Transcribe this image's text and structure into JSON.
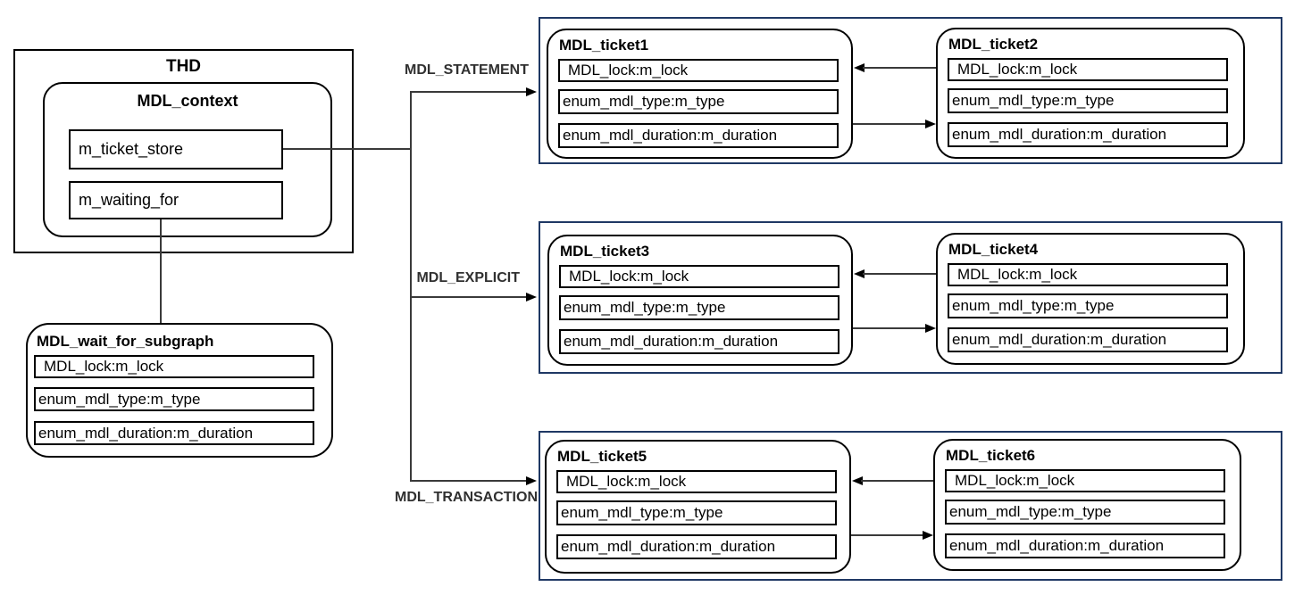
{
  "diagram": {
    "thd": {
      "title": "THD",
      "context": {
        "title": "MDL_context",
        "fields": [
          "m_ticket_store",
          "m_waiting_for"
        ]
      }
    },
    "wait_subgraph": {
      "title": "MDL_wait_for_subgraph",
      "fields": [
        "MDL_lock:m_lock",
        "enum_mdl_type:m_type",
        "enum_mdl_duration:m_duration"
      ]
    },
    "groups": [
      {
        "label": "MDL_STATEMENT",
        "tickets": [
          {
            "title": "MDL_ticket1",
            "fields": [
              "MDL_lock:m_lock",
              "enum_mdl_type:m_type",
              "enum_mdl_duration:m_duration"
            ]
          },
          {
            "title": "MDL_ticket2",
            "fields": [
              "MDL_lock:m_lock",
              "enum_mdl_type:m_type",
              "enum_mdl_duration:m_duration"
            ]
          }
        ]
      },
      {
        "label": "MDL_EXPLICIT",
        "tickets": [
          {
            "title": "MDL_ticket3",
            "fields": [
              "MDL_lock:m_lock",
              "enum_mdl_type:m_type",
              "enum_mdl_duration:m_duration"
            ]
          },
          {
            "title": "MDL_ticket4",
            "fields": [
              "MDL_lock:m_lock",
              "enum_mdl_type:m_type",
              "enum_mdl_duration:m_duration"
            ]
          }
        ]
      },
      {
        "label": "MDL_TRANSACTION",
        "tickets": [
          {
            "title": "MDL_ticket5",
            "fields": [
              "MDL_lock:m_lock",
              "enum_mdl_type:m_type",
              "enum_mdl_duration:m_duration"
            ]
          },
          {
            "title": "MDL_ticket6",
            "fields": [
              "MDL_lock:m_lock",
              "enum_mdl_type:m_type",
              "enum_mdl_duration:m_duration"
            ]
          }
        ]
      }
    ],
    "colors": {
      "group_border": "#1f3864",
      "box_border": "#000000",
      "connector": "#3a3a3a",
      "label_text": "#303030",
      "background": "#ffffff"
    }
  }
}
